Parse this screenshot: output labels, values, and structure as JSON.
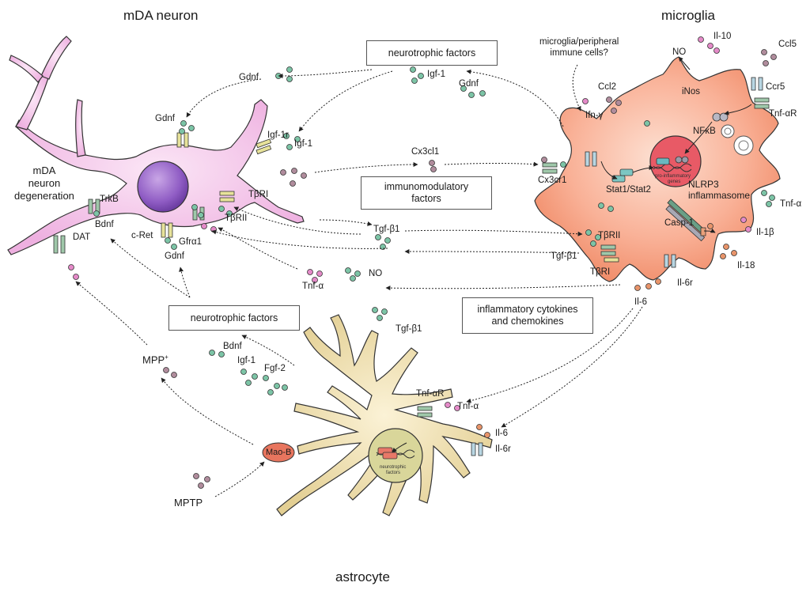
{
  "titles": {
    "neuron": "mDA neuron",
    "microglia": "microglia",
    "astrocyte": "astrocyte",
    "degeneration": [
      "mDA",
      "neuron",
      "degeneration"
    ]
  },
  "boxes": {
    "neurotrophic_top": "neurotrophic factors",
    "immunomodulatory": [
      "immunomodulatory",
      "factors"
    ],
    "neurotrophic_bottom": "neurotrophic factors",
    "inflammatory": [
      "inflammatory cytokines",
      "and chemokines"
    ]
  },
  "neuron_labels": {
    "gdnf_top": "Gdnf",
    "gdnf_receptor": "Gdnf",
    "igf1r": "Igf-1r",
    "igf1": "Igf-1",
    "trkb": "TrkB",
    "bdnf": "Bdnf",
    "dat": "DAT",
    "cret": "c-Ret",
    "gfra1": "Gfrα1",
    "gdnf_bottom": "Gdnf",
    "tbri": "TβRI",
    "tbrii": "TβRII"
  },
  "center_labels": {
    "igf1": "Igf-1",
    "gdnf": "Gdnf",
    "cx3cl1": "Cx3cl1",
    "tgfb1": "Tgf-β1",
    "tnfa": "Tnf-α",
    "no": "NO"
  },
  "microglia_labels": {
    "peripheral": [
      "microglia/peripheral",
      "immune cells?"
    ],
    "no": "NO",
    "il10": "Il-10",
    "ccl5": "Ccl5",
    "ccl2": "Ccl2",
    "ifng": "Ifn-γ",
    "inos": "iNos",
    "ccr5": "Ccr5",
    "tnfar": "Tnf-αR",
    "nfkb": "NFκB",
    "cx3cr1": "Cx3cr1",
    "stat": "Stat1/Stat2",
    "pro_genes": [
      "pro-inflammatory",
      "genes"
    ],
    "nlrp3": [
      "NLRP3",
      "inflammasome"
    ],
    "tnfa": "Tnf-α",
    "casp1": "Casp-1",
    "il1b": "Il-1β",
    "tbrii": "TβRII",
    "tgfb1": "Tgf-β1",
    "tbri": "TβRI",
    "il6r": "Il-6r",
    "il18": "Il-18",
    "il6": "Il-6"
  },
  "astrocyte_labels": {
    "tgfb1": "Tgf-β1",
    "bdnf": "Bdnf",
    "igf1": "Igf-1",
    "fgf2": "Fgf-2",
    "tnfar": "Tnf-αR",
    "tnfa": "Tnf-α",
    "il6": "Il-6",
    "il6r": "Il-6r",
    "maob": "Mao-B",
    "nucleus_text": [
      "neurotrophic",
      "factors"
    ]
  },
  "mpp": "MPP",
  "mpp_sup": "+",
  "mptp": "MPTP",
  "colors": {
    "neuron_fill": "#f0b8e4",
    "microglia_fill": "#f7a488",
    "astrocyte_fill": "#ead9a6",
    "green_dot": "#5aa68c",
    "pink_dot": "#d47ab6",
    "mauve_dot": "#8a6a78",
    "orange_dot": "#e38a5c"
  }
}
